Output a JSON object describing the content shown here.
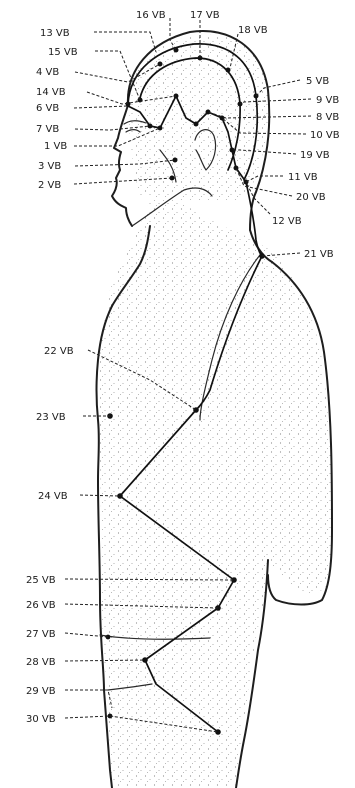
{
  "figure": {
    "points": [
      {
        "id": "13",
        "label": "13 VB"
      },
      {
        "id": "15",
        "label": "15 VB"
      },
      {
        "id": "16",
        "label": "16 VB"
      },
      {
        "id": "17",
        "label": "17 VB"
      },
      {
        "id": "18",
        "label": "18 VB"
      },
      {
        "id": "4",
        "label": "4 VB"
      },
      {
        "id": "14",
        "label": "14 VB"
      },
      {
        "id": "6",
        "label": "6 VB"
      },
      {
        "id": "7",
        "label": "7 VB"
      },
      {
        "id": "1",
        "label": "1 VB"
      },
      {
        "id": "3",
        "label": "3 VB"
      },
      {
        "id": "2",
        "label": "2 VB"
      },
      {
        "id": "5",
        "label": "5 VB"
      },
      {
        "id": "9",
        "label": "9 VB"
      },
      {
        "id": "8",
        "label": "8 VB"
      },
      {
        "id": "10",
        "label": "10 VB"
      },
      {
        "id": "19",
        "label": "19 VB"
      },
      {
        "id": "11",
        "label": "11 VB"
      },
      {
        "id": "20",
        "label": "20 VB"
      },
      {
        "id": "12",
        "label": "12 VB"
      },
      {
        "id": "21",
        "label": "21 VB"
      },
      {
        "id": "22",
        "label": "22 VB"
      },
      {
        "id": "23",
        "label": "23 VB"
      },
      {
        "id": "24",
        "label": "24 VB"
      },
      {
        "id": "25",
        "label": "25 VB"
      },
      {
        "id": "26",
        "label": "26 VB"
      },
      {
        "id": "27",
        "label": "27 VB"
      },
      {
        "id": "28",
        "label": "28 VB"
      },
      {
        "id": "29",
        "label": "29 VB"
      },
      {
        "id": "30",
        "label": "30 VB"
      }
    ],
    "colors": {
      "ink": "#1e1e1e",
      "stipple": "#8a8a8a",
      "background": "#ffffff"
    }
  }
}
